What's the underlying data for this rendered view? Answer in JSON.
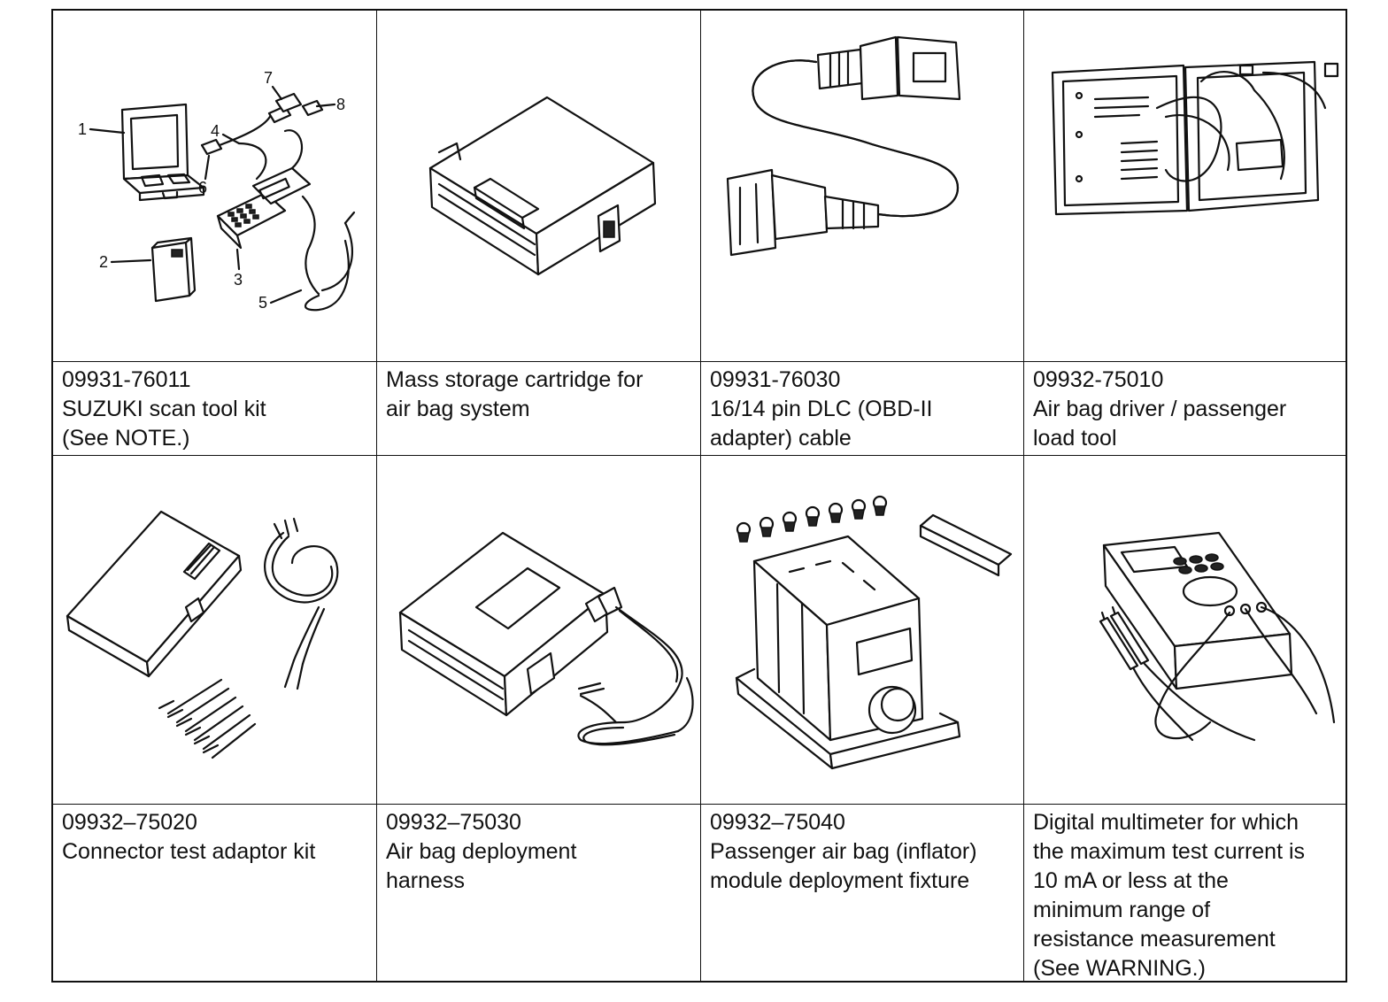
{
  "tools": [
    {
      "lines": [
        "09931-76011",
        "SUZUKI scan tool kit",
        "(See NOTE.)"
      ],
      "callouts": [
        "1",
        "2",
        "3",
        "4",
        "5",
        "6",
        "7",
        "8"
      ]
    },
    {
      "lines": [
        "Mass storage cartridge for",
        "air bag system"
      ]
    },
    {
      "lines": [
        "09931-76030",
        "16/14 pin DLC (OBD-II",
        "adapter) cable"
      ]
    },
    {
      "lines": [
        "09932-75010",
        "Air bag driver / passenger",
        "load tool"
      ]
    },
    {
      "lines": [
        "09932–75020",
        "Connector test adaptor kit"
      ]
    },
    {
      "lines": [
        "09932–75030",
        "Air bag deployment",
        "harness"
      ]
    },
    {
      "lines": [
        "09932–75040",
        "Passenger air bag (inflator)",
        "module deployment fixture"
      ]
    },
    {
      "lines": [
        "Digital multimeter for which",
        "the maximum test current is",
        "10 mA or less at the",
        "minimum range of",
        "resistance measurement",
        "(See WARNING.)"
      ]
    }
  ]
}
